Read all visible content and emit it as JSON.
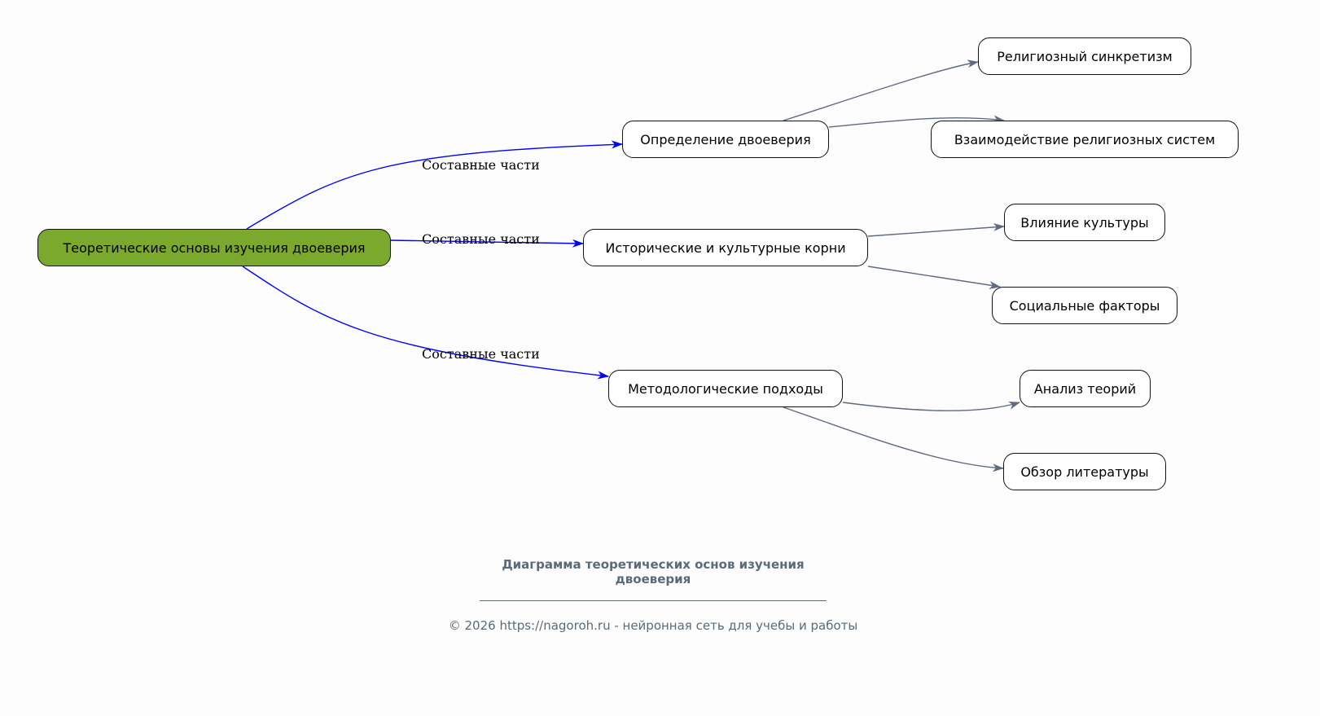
{
  "colors": {
    "root_fill": "#7aa92e",
    "main_edge": "#0000ff",
    "sub_edge": "#5e6a80",
    "footer_text": "#5a6a7a"
  },
  "root": "Теоретические основы изучения двоеверия",
  "branches": [
    {
      "label": "Определение двоеверия",
      "edge_label": "Составные части",
      "children": [
        "Религиозный синкретизм",
        "Взаимодействие религиозных систем"
      ]
    },
    {
      "label": "Исторические и культурные корни",
      "edge_label": "Составные части",
      "children": [
        "Влияние культуры",
        "Социальные факторы"
      ]
    },
    {
      "label": "Методологические подходы",
      "edge_label": "Составные части",
      "children": [
        "Анализ теорий",
        "Обзор литературы"
      ]
    }
  ],
  "footer": {
    "title_line1": "Диаграмма теоретических основ изучения",
    "title_line2": "двоеверия",
    "copyright": "© 2026 https://nagoroh.ru - нейронная сеть для учебы и работы"
  }
}
